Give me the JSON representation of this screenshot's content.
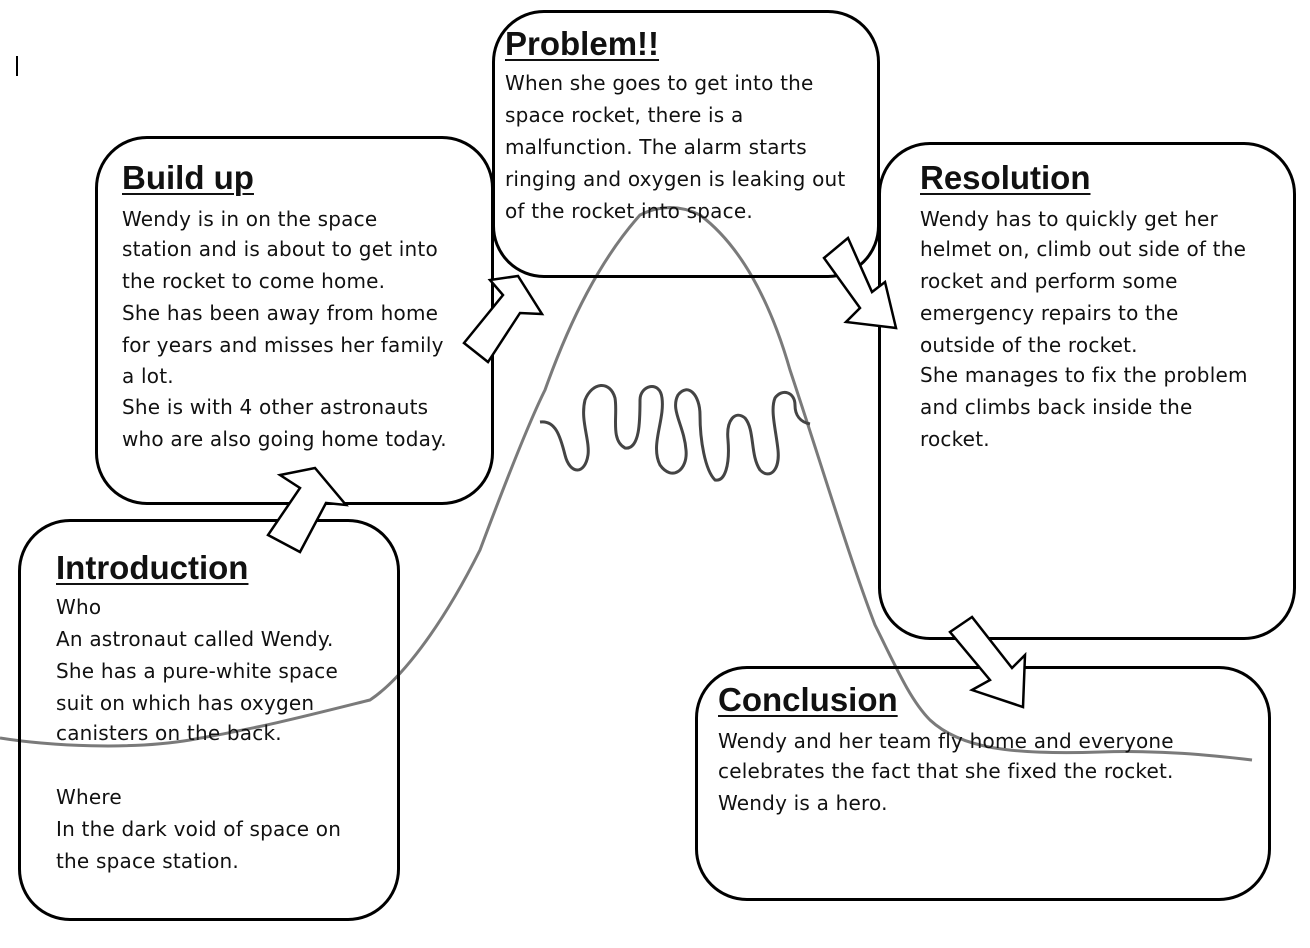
{
  "sections": {
    "problem": {
      "heading": "Problem!!",
      "lines": [
        "When she goes to get into the",
        "space rocket, there is a",
        "malfunction. The alarm starts",
        "ringing and oxygen is leaking out",
        "of the rocket into space."
      ]
    },
    "build_up": {
      "heading": "Build up",
      "lines": [
        "Wendy is in on the space",
        "station and is about to get into",
        "the rocket to come home.",
        "She has been away from home",
        "for years and misses her family",
        "a lot.",
        "She is with 4 other astronauts",
        "who are also going home today."
      ]
    },
    "resolution": {
      "heading": "Resolution",
      "lines": [
        "Wendy has to quickly get her",
        "helmet on, climb out side of the",
        "rocket and perform some",
        "emergency repairs to the",
        "outside of the rocket.",
        "She manages to fix the problem",
        "and climbs back inside the",
        "rocket."
      ]
    },
    "introduction": {
      "heading": "Introduction",
      "lines": [
        "Who",
        "An astronaut called Wendy.",
        "She has a pure-white space",
        "suit on which has oxygen",
        "canisters on the back.",
        "",
        "Where",
        "In the dark void of space on",
        "the space station."
      ]
    },
    "conclusion": {
      "heading": "Conclusion",
      "lines": [
        "Wendy and her team fly home and everyone",
        "celebrates the fact that she fixed the rocket.",
        "Wendy is a hero."
      ]
    }
  }
}
